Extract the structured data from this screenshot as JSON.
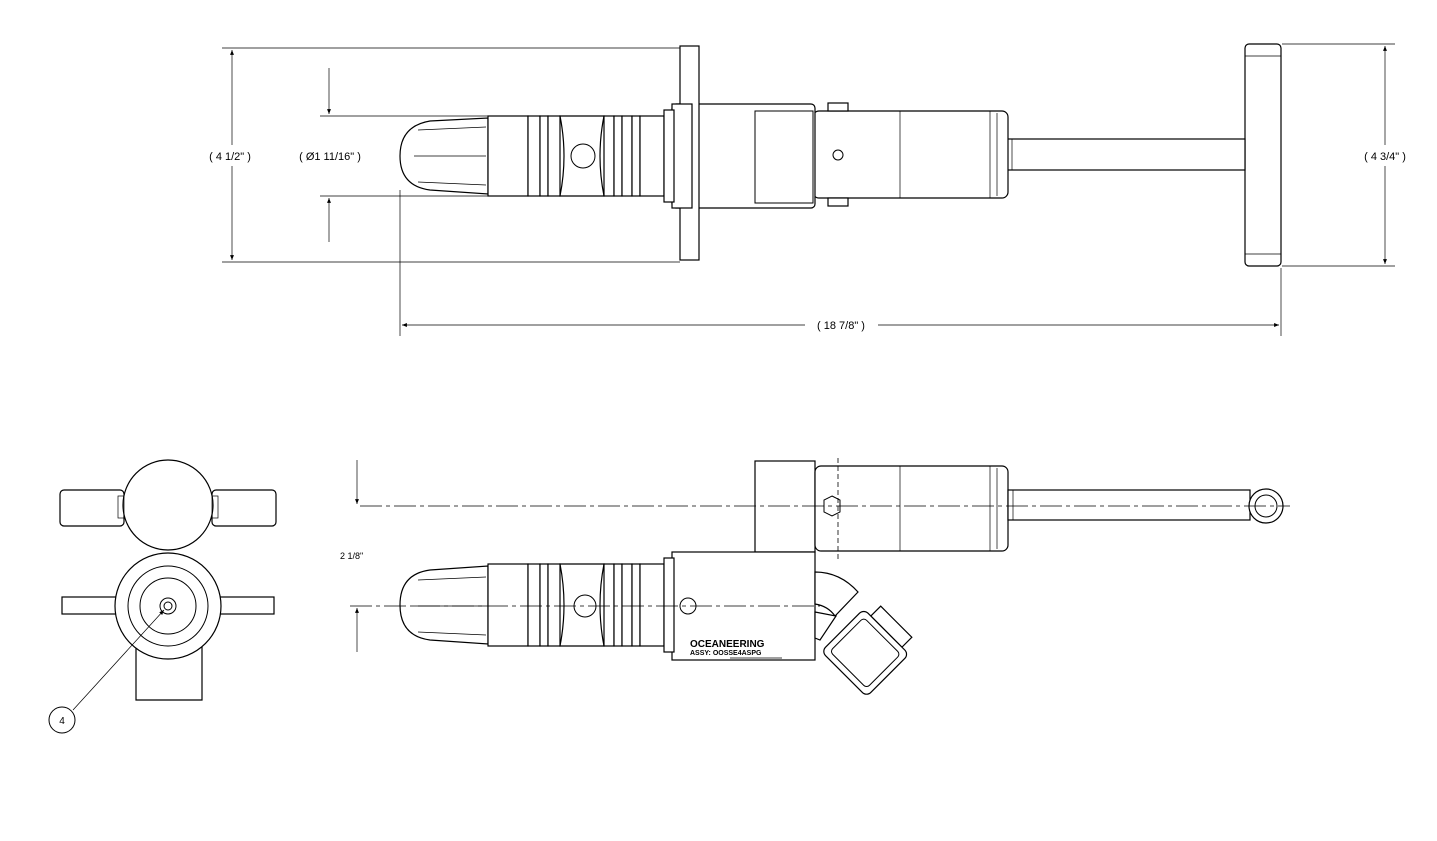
{
  "dimensions": {
    "overall_height_top": "( 4 1/2\" )",
    "nozzle_diameter": "( Ø1 11/16\" )",
    "handle_height": "( 4 3/4\" )",
    "overall_length": "( 18 7/8\" )",
    "offset_side": "2 1/8\""
  },
  "markings": {
    "brand": "OCEANEERING",
    "assembly": "ASSY: OOSSE4ASPG"
  },
  "balloons": [
    {
      "number": "4"
    }
  ]
}
